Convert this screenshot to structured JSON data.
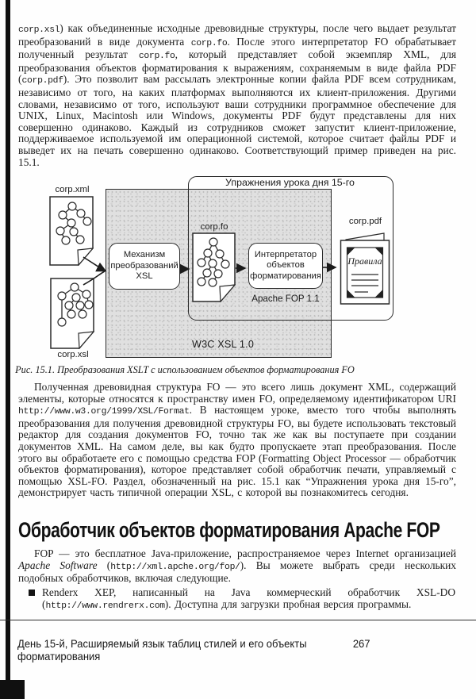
{
  "document": {
    "paragraph_top": {
      "segments": [
        {
          "style": "mono",
          "text": "corp.xsl"
        },
        {
          "style": "normal",
          "text": ") как объединенные исходные древовидные структуры, после чего выдает результат преобразований в виде документа "
        },
        {
          "style": "mono",
          "text": "corp.fo"
        },
        {
          "style": "normal",
          "text": ". После этого интерпретатор FO обрабатывает полученный результат "
        },
        {
          "style": "mono",
          "text": "corp.fo"
        },
        {
          "style": "normal",
          "text": ", который представляет собой экземпляр XML, для преобразования объектов форматирования к выражениям, сохраняемым в виде файла PDF ("
        },
        {
          "style": "mono",
          "text": "corp.pdf"
        },
        {
          "style": "normal",
          "text": "). Это позволит вам рассылать электронные копии файла PDF всем сотрудникам, независимо от того, на каких платформах выполняются их клиент-приложения. Другими словами, независимо от того, используют ваши сотрудники программное обеспечение для UNIX, Linux, Macintosh или Windows, документы PDF будут представлены для них совершенно одинаково. Каждый из сотрудников сможет запустит клиент-приложение, поддерживаемое используемой им операционной системой, которое считает файлы PDF и выведет их на печать совершенно одинаково. Соответствующий пример приведен на рис. 15.1."
        }
      ]
    },
    "figure": {
      "exercise_label": "Упражнения урока дня 15-го",
      "w3c_label": "W3C XSL 1.0",
      "doc_xml": "corp.xml",
      "doc_xsl": "corp.xsl",
      "doc_fo": "corp.fo",
      "doc_pdf": "corp.pdf",
      "engine_label": "Механизм преобразований XSL",
      "interpreter_label": "Интерпретатор объектов форматирования",
      "apache_label": "Apache FOP 1.1",
      "pdf_title": "Правила",
      "caption": "Рис. 15.1. Преобразования XSLT с использованием объектов форматирования FO"
    },
    "paragraph_fo": {
      "segments": [
        {
          "style": "normal",
          "text": "Полученная древовидная структура FO — это всего лишь документ XML, содержащий элементы, которые относятся к пространству имен FO, определяемому идентификатором URI "
        },
        {
          "style": "mono",
          "text": "http://www.w3.org/1999/XSL/Format"
        },
        {
          "style": "normal",
          "text": ". В настоящем уроке, вместо того чтобы выполнять преобразования для получения древовидной структуры FO, вы будете использовать текстовый редактор для создания документов FO, точно так же как вы поступаете при создании документов XML. На самом деле, вы как будто пропускаете этап преобразования. После этого вы обработаете его с помощью средства FOP (Formatting Object Processor — обработчик объектов форматирования), которое представляет собой обработчик печати, управляемый с помощью XSL-FO. Раздел, обозначенный на рис. 15.1 как “Упражнения урока дня 15-го”, демонстрирует часть типичной операции XSL, с которой вы познакомитесь сегодня."
        }
      ]
    },
    "section_heading": "Обработчик объектов форматирования Apache FOP",
    "paragraph_fop": {
      "segments": [
        {
          "style": "normal",
          "text": "FOP — это бесплатное Java-приложение, распространяемое через Internet организацией "
        },
        {
          "style": "italic",
          "text": "Apache Software"
        },
        {
          "style": "normal",
          "text": " ("
        },
        {
          "style": "mono",
          "text": "http://xml.apche.org/fop/"
        },
        {
          "style": "normal",
          "text": "). Вы можете выбрать среди нескольких подобных обработчиков, включая следующие."
        }
      ]
    },
    "bullets": [
      {
        "segments": [
          {
            "style": "normal",
            "text": "Renderx XEP, написанный на Java коммерческий обработчик XSL-DO ("
          },
          {
            "style": "mono",
            "text": "http://www.rendrerx.com"
          },
          {
            "style": "normal",
            "text": "). Доступна для загрузки пробная версия программы."
          }
        ]
      }
    ],
    "footer": {
      "text": "День 15-й, Расширяемый язык таблиц стилей и его объекты форматирования",
      "page_number": "267"
    }
  }
}
